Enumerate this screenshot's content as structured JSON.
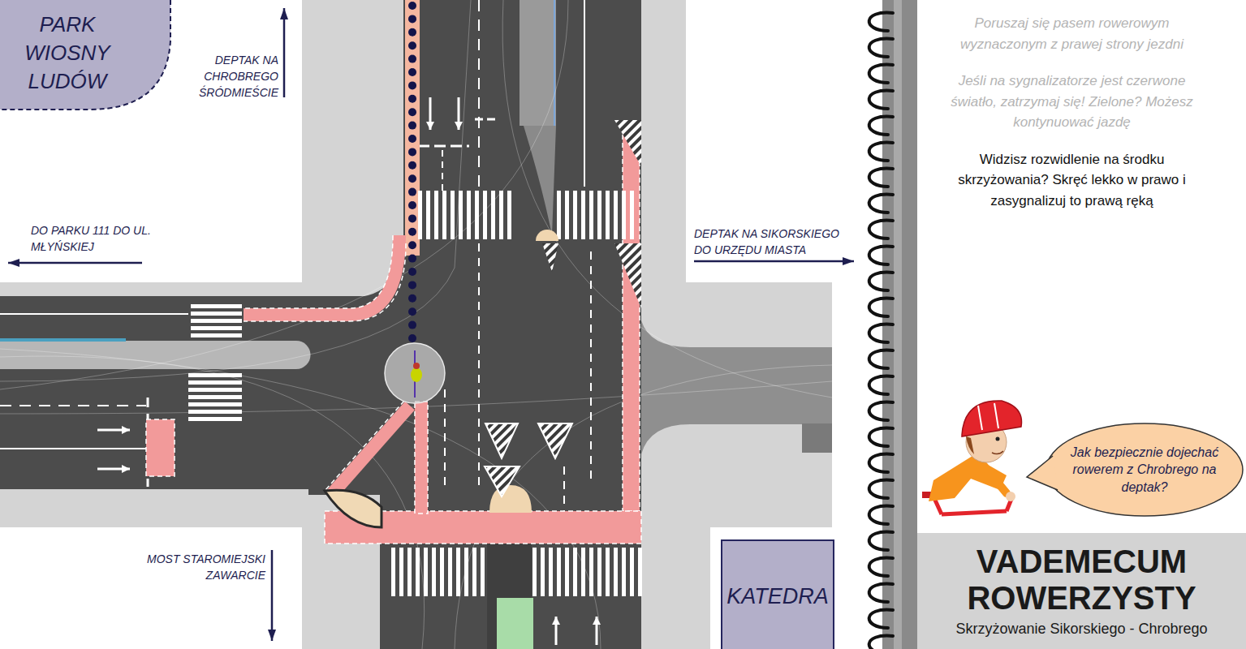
{
  "diagram": {
    "nodes": [
      {
        "text": [
          "PARK WIOSNY LUDÓW"
        ]
      },
      {
        "text": [
          "Poruszaj się pasem rowerowym wyznaczonym z prawej strony jezdni",
          "Jeśli na sygnalizatorze jest czerwone światło, zatrzymaj się! Zielone? Możesz kontynuować jazdę",
          "Widzisz rozwidlenie na środku skrzyżowania? Skręć lekko w prawo i zasygnalizuj to prawą ręką"
        ]
      },
      {
        "text": [
          "Jak bezpiecznie dojechać rowerem z Chrobrego na deptak?"
        ]
      },
      {
        "text": [
          "VADEMECUM ROWERZYSTY",
          "Skrzyżowanie Sikorskiego - Chrobrego"
        ]
      },
      {
        "text": [
          "KATEDRA"
        ]
      }
    ],
    "labels": [
      "DEPTAK NA CHROBREGO ŚRÓDMIEŚCIE",
      "DO PARKU 111 DO UL. MŁYŃSKIEJ",
      "DEPTAK NA SIKORSKIEGO DO URZĘDU MIASTA",
      "MOST STAROMIEJSKI ZAWARCIE"
    ]
  }
}
